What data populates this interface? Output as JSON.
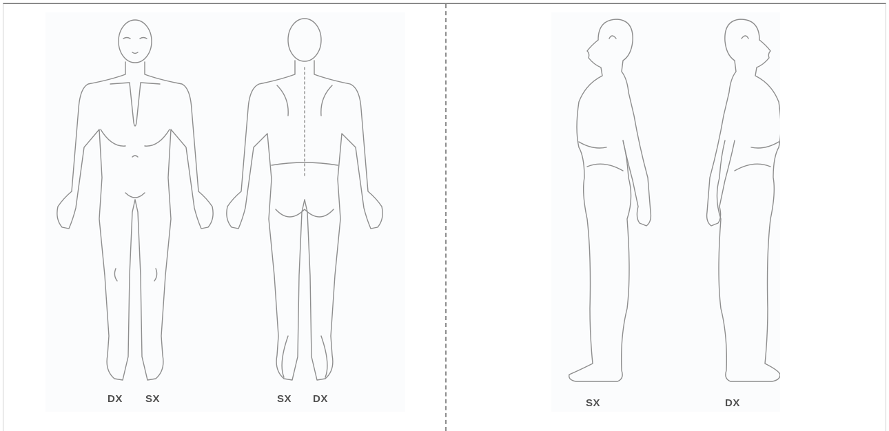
{
  "left_panel": {
    "front_figure": {
      "left_label": "DX",
      "right_label": "SX"
    },
    "back_figure": {
      "left_label": "SX",
      "right_label": "DX"
    }
  },
  "right_panel": {
    "left_side_label": "SX",
    "right_side_label": "DX"
  },
  "colors": {
    "outline": "#8d8d8d",
    "label": "#4f4f4f",
    "panel_bg": "#fbfcfd"
  }
}
